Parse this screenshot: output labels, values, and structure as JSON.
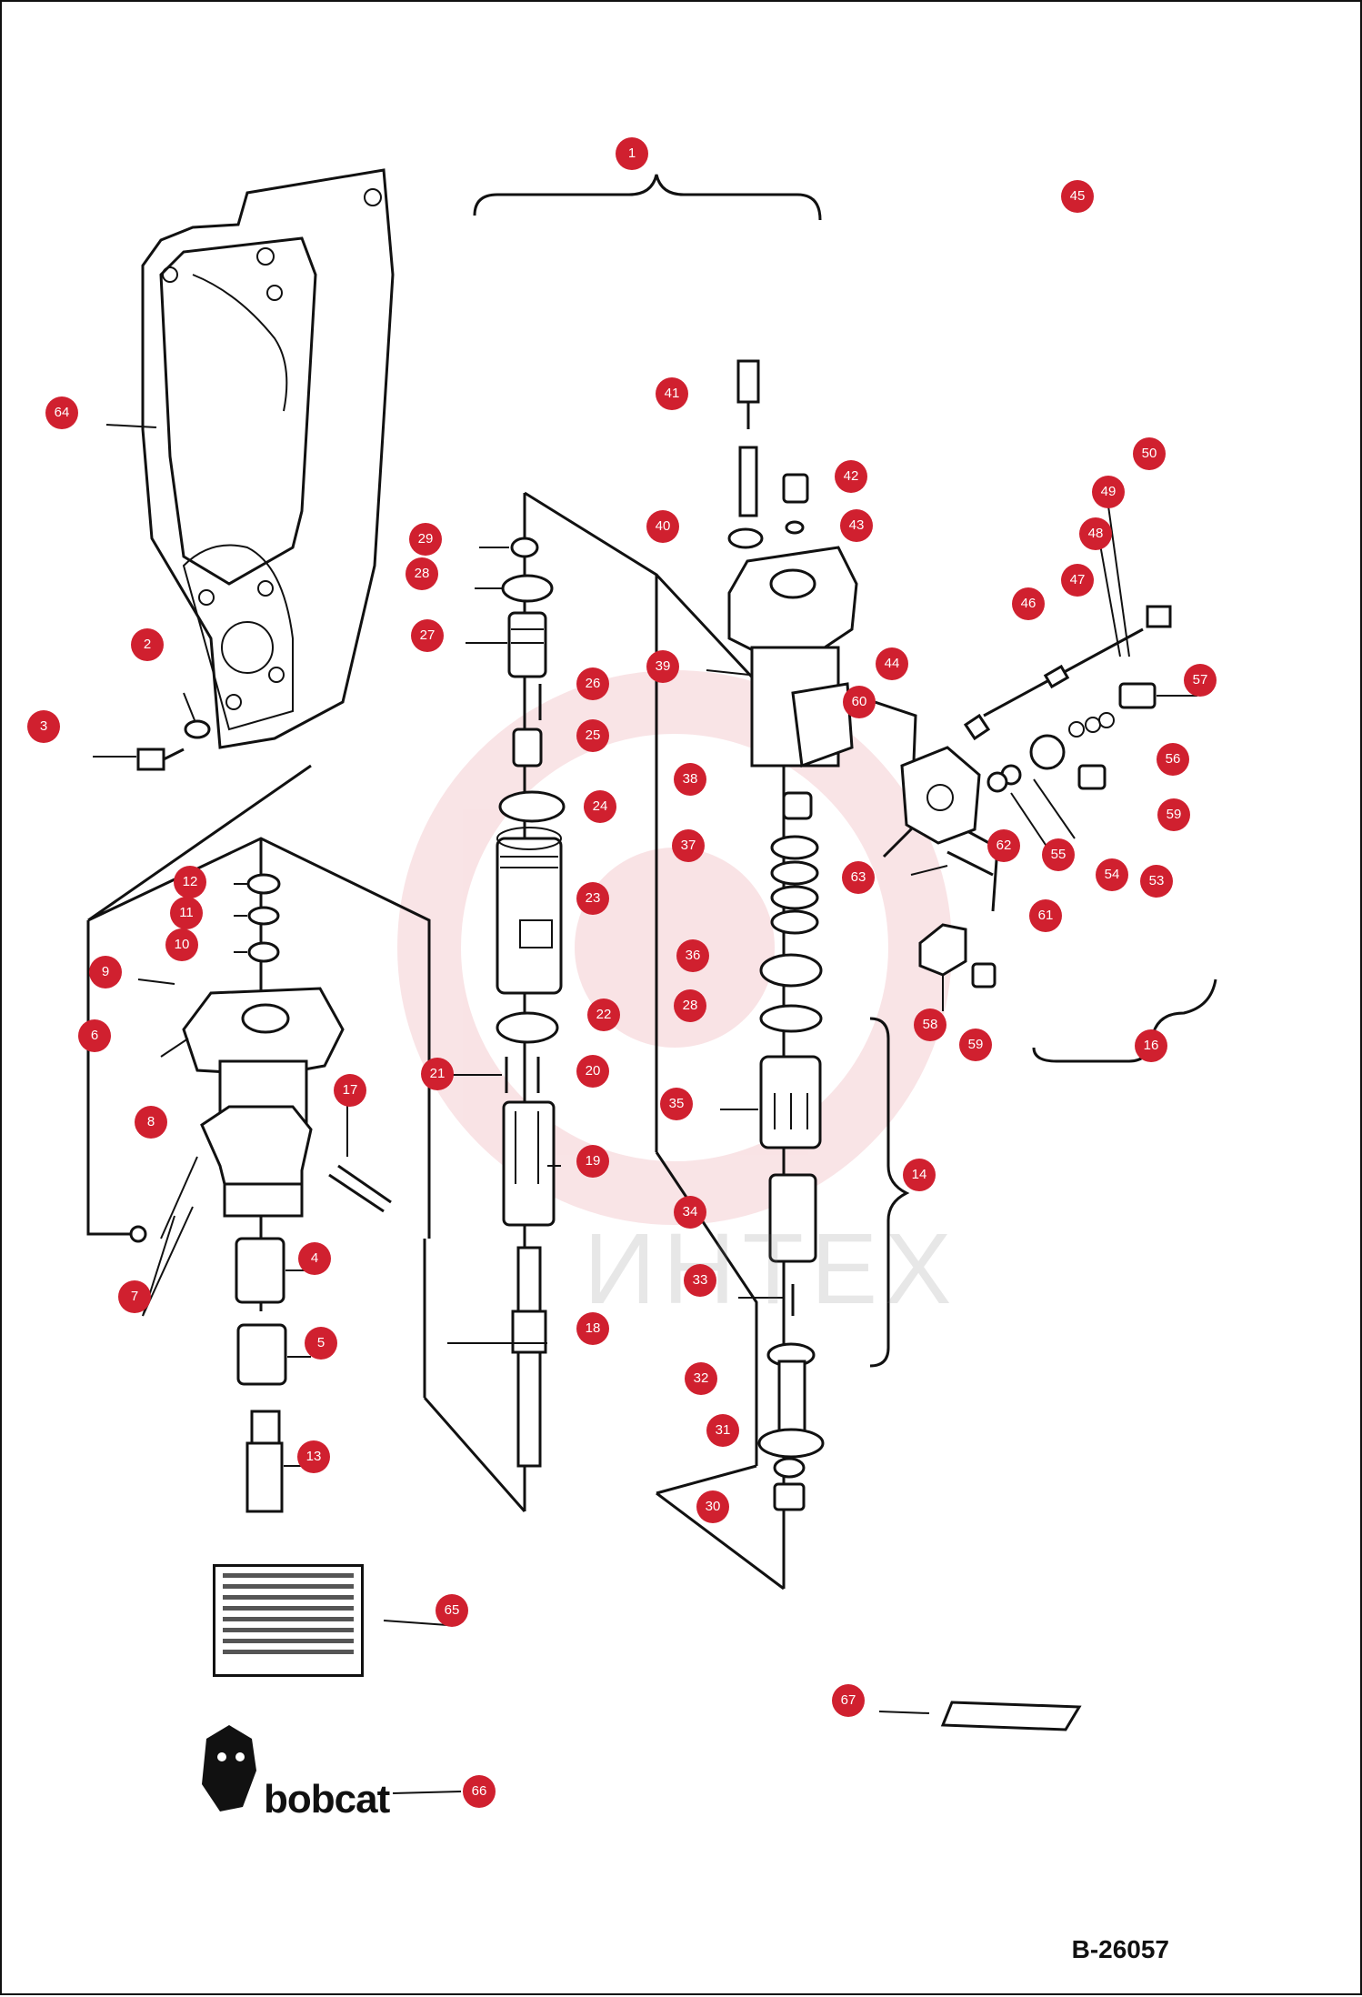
{
  "diagram": {
    "reference_code": "B-26057",
    "logo_text": "bobcat",
    "watermark_text": "ИНТЕХ",
    "bubble_color": "#d0202f",
    "callouts": [
      {
        "n": "1"
      },
      {
        "n": "2"
      },
      {
        "n": "3"
      },
      {
        "n": "4"
      },
      {
        "n": "5"
      },
      {
        "n": "6"
      },
      {
        "n": "7"
      },
      {
        "n": "8"
      },
      {
        "n": "9"
      },
      {
        "n": "10"
      },
      {
        "n": "11"
      },
      {
        "n": "12"
      },
      {
        "n": "13"
      },
      {
        "n": "14"
      },
      {
        "n": "16"
      },
      {
        "n": "17"
      },
      {
        "n": "18"
      },
      {
        "n": "19"
      },
      {
        "n": "20"
      },
      {
        "n": "21"
      },
      {
        "n": "22"
      },
      {
        "n": "23"
      },
      {
        "n": "24"
      },
      {
        "n": "25"
      },
      {
        "n": "26"
      },
      {
        "n": "27"
      },
      {
        "n": "28"
      },
      {
        "n": "29"
      },
      {
        "n": "28"
      },
      {
        "n": "30"
      },
      {
        "n": "31"
      },
      {
        "n": "32"
      },
      {
        "n": "33"
      },
      {
        "n": "34"
      },
      {
        "n": "35"
      },
      {
        "n": "36"
      },
      {
        "n": "37"
      },
      {
        "n": "38"
      },
      {
        "n": "39"
      },
      {
        "n": "40"
      },
      {
        "n": "41"
      },
      {
        "n": "42"
      },
      {
        "n": "43"
      },
      {
        "n": "44"
      },
      {
        "n": "45"
      },
      {
        "n": "46"
      },
      {
        "n": "47"
      },
      {
        "n": "48"
      },
      {
        "n": "49"
      },
      {
        "n": "50"
      },
      {
        "n": "53"
      },
      {
        "n": "54"
      },
      {
        "n": "55"
      },
      {
        "n": "56"
      },
      {
        "n": "57"
      },
      {
        "n": "58"
      },
      {
        "n": "59"
      },
      {
        "n": "59"
      },
      {
        "n": "60"
      },
      {
        "n": "61"
      },
      {
        "n": "62"
      },
      {
        "n": "63"
      },
      {
        "n": "64"
      },
      {
        "n": "65"
      },
      {
        "n": "66"
      },
      {
        "n": "67"
      }
    ]
  }
}
